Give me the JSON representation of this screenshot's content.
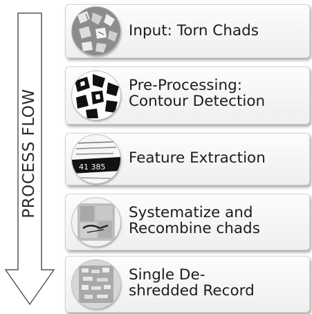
{
  "process_arrow": {
    "label": "PROCESS FLOW"
  },
  "steps": [
    {
      "label": "Input: Torn Chads",
      "image": "torn-chads-image"
    },
    {
      "label": "Pre-Processing:\nContour Detection",
      "image": "contour-detection-image"
    },
    {
      "label": "Feature Extraction",
      "image": "feature-extraction-image",
      "thumb_text": "41 385"
    },
    {
      "label": "Systematize and\nRecombine chads",
      "image": "recombined-chads-image"
    },
    {
      "label": "Single De-\nshredded Record",
      "image": "deshredded-record-image"
    }
  ]
}
